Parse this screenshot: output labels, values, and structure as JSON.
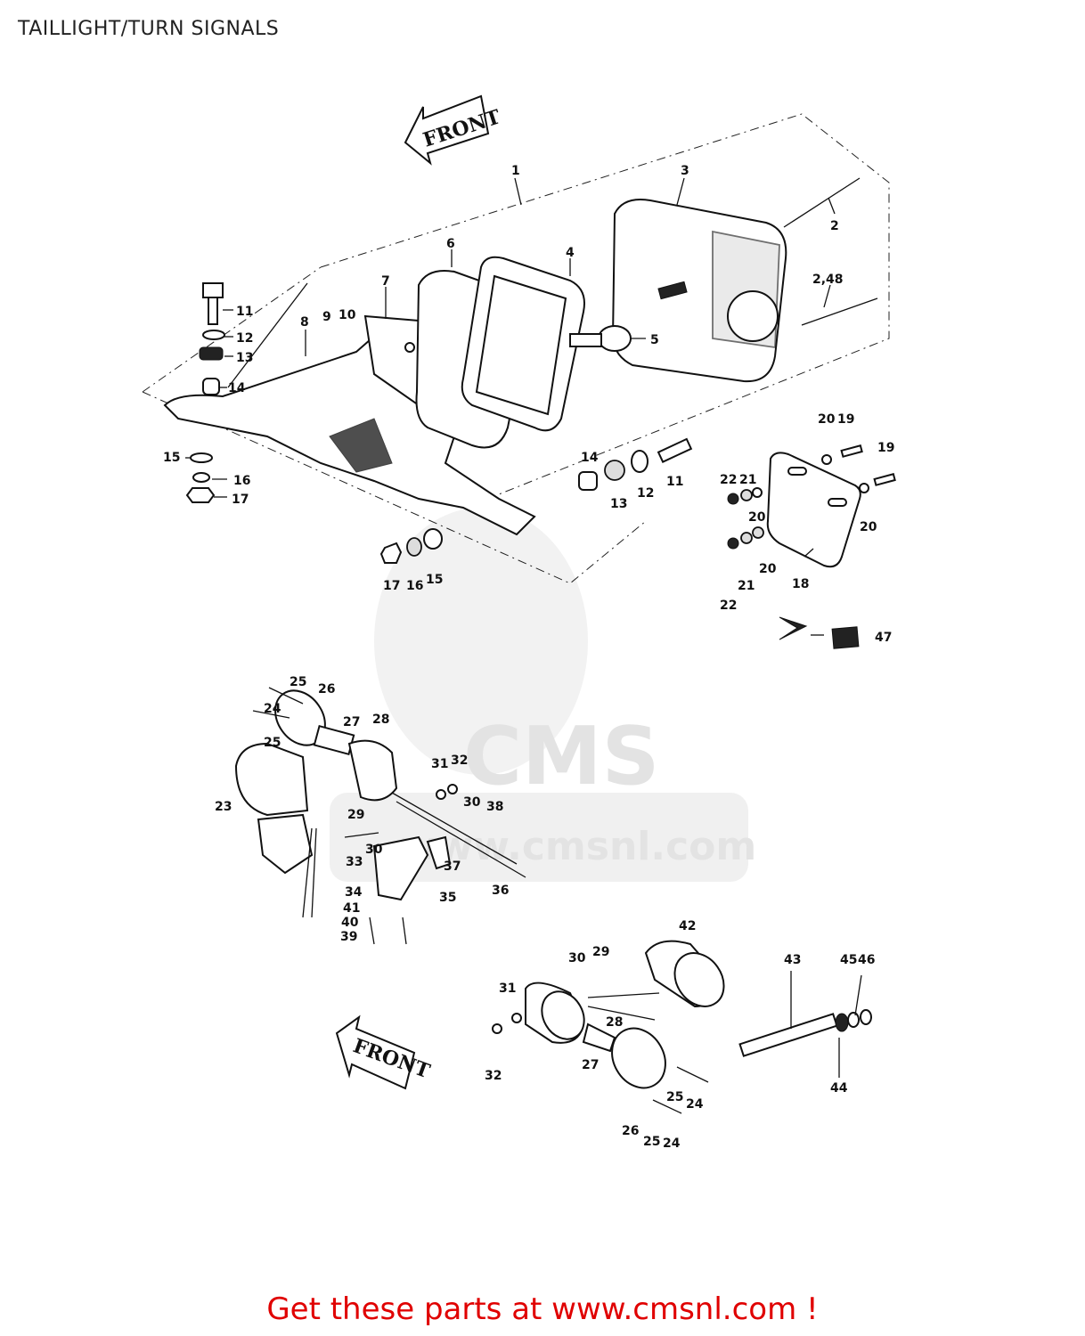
{
  "page": {
    "title": "TAILLIGHT/TURN SIGNALS",
    "footer": "Get these parts at www.cmsnl.com !"
  },
  "diagram": {
    "direction_labels": [
      "FRONT",
      "FRONT"
    ],
    "watermark": {
      "logo": "CMS",
      "url": "www.cmsnl.com"
    },
    "callouts": [
      "1",
      "2",
      "3",
      "2,48",
      "4",
      "5",
      "6",
      "7",
      "8",
      "9",
      "10",
      "11",
      "12",
      "13",
      "14",
      "15",
      "16",
      "17",
      "14",
      "13",
      "12",
      "11",
      "15",
      "16",
      "17",
      "18",
      "19",
      "20",
      "19",
      "20",
      "21",
      "22",
      "20",
      "21",
      "20",
      "22",
      "47",
      "23",
      "24",
      "25",
      "26",
      "27",
      "28",
      "25",
      "29",
      "30",
      "31",
      "32",
      "33",
      "34",
      "35",
      "36",
      "37",
      "38",
      "39",
      "40",
      "41",
      "30",
      "29",
      "30",
      "31",
      "32",
      "42",
      "43",
      "44",
      "45",
      "46",
      "26",
      "27",
      "28",
      "24",
      "25",
      "24",
      "25"
    ]
  }
}
